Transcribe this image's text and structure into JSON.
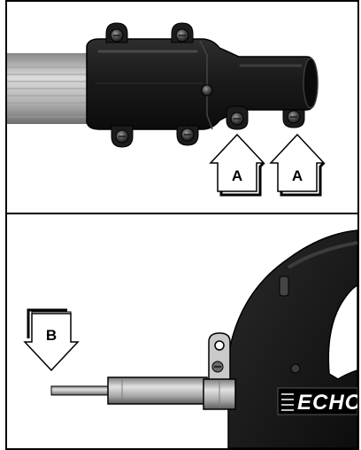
{
  "figure": {
    "top_panel": {
      "callouts": [
        {
          "letter": "A",
          "direction": "up"
        },
        {
          "letter": "A",
          "direction": "up"
        }
      ]
    },
    "bottom_panel": {
      "callouts": [
        {
          "letter": "B",
          "direction": "down"
        }
      ],
      "brand_logo": "ECHO"
    }
  },
  "colors": {
    "coupler_body": "#1b1b1b",
    "shaft_silver": "#b9b9b9",
    "outline": "#000000",
    "background": "#ffffff"
  }
}
